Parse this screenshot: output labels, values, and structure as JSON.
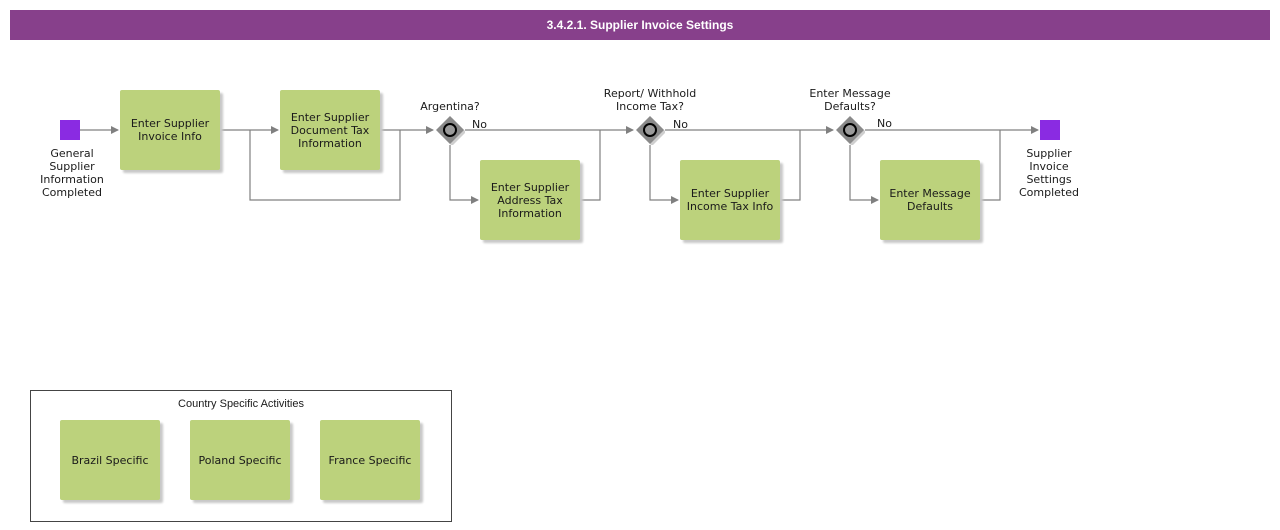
{
  "title": "3.4.2.1. Supplier Invoice Settings",
  "colors": {
    "header": "#87408b",
    "task_fill": "#bcd27c",
    "event_fill": "#8a2be2",
    "gateway_fill": "#8a8a8a",
    "connector": "#808080"
  },
  "start_event": {
    "label": "General\nSupplier\nInformation\nCompleted"
  },
  "end_event": {
    "label": "Supplier\nInvoice\nSettings\nCompleted"
  },
  "tasks": {
    "invoice_info": "Enter Supplier\nInvoice Info",
    "document_tax": "Enter Supplier\nDocument Tax\nInformation",
    "address_tax": "Enter Supplier\nAddress Tax\nInformation",
    "income_tax": "Enter Supplier\nIncome Tax Info",
    "message_defaults": "Enter Message\nDefaults"
  },
  "gateways": {
    "argentina": {
      "question": "Argentina?",
      "no_label": "No"
    },
    "withhold": {
      "question": "Report/ Withhold\nIncome Tax?",
      "no_label": "No"
    },
    "message": {
      "question": "Enter Message\nDefaults?",
      "no_label": "No"
    }
  },
  "legend": {
    "title": "Country Specific Activities",
    "items": [
      "Brazil Specific",
      "Poland Specific",
      "France Specific"
    ]
  }
}
